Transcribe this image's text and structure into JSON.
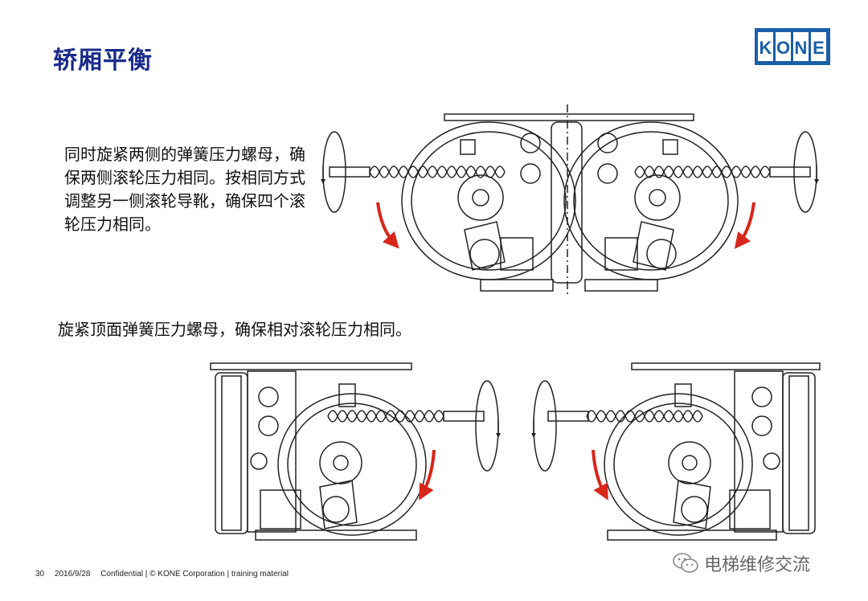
{
  "slide": {
    "title": "轿厢平衡",
    "logo_text": "KONE",
    "paragraph_1": "同时旋紧两侧的弹簧压力螺母，确保两侧滚轮压力相同。按相同方式调整另一侧滚轮导靴，确保四个滚轮压力相同。",
    "paragraph_2": "旋紧顶面弹簧压力螺母，确保相对滚轮压力相同。"
  },
  "footer": {
    "page_number": "30",
    "date": "2016/9/28",
    "confidential": "Confidential  |  © KONE Corporation  |  training material"
  },
  "watermark": {
    "text": "电梯维修交流",
    "icon": "wechat-icon"
  },
  "colors": {
    "title": "#1a2b8c",
    "logo_bg": "#1a5fa8",
    "arrow": "#d9261c"
  }
}
